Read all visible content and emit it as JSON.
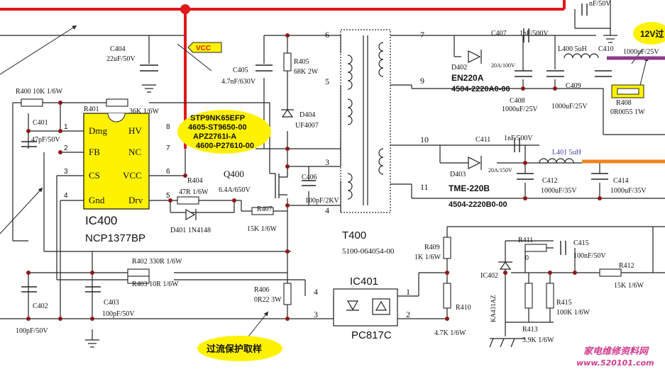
{
  "colors": {
    "wire": "#222222",
    "vcc_bus": "#e0191b",
    "ic_fill": "#fff200",
    "callout_fill": "#fff200",
    "rail_purple": "#8b3a8b",
    "rail_orange": "#f0821e",
    "watermark": "#d23c8c"
  },
  "ic400": {
    "name": "IC400",
    "part": "NCP1377BP",
    "pins_left": [
      "Dmg",
      "FB",
      "CS",
      "Gnd"
    ],
    "pins_right": [
      "HV",
      "NC",
      "VCC",
      "Drv"
    ],
    "pin_numbers_left": [
      "1",
      "2",
      "3",
      "4"
    ],
    "pin_numbers_right": [
      "8",
      "7",
      "6",
      "5"
    ]
  },
  "vcc_tag": "VCC",
  "callout_mosfet": [
    "STP9NK65EFP",
    "4605-ST9650-00",
    "APZ2761I-A",
    "4600-P27610-00"
  ],
  "callout_sense": "过流保护取样",
  "callout_12v": "12V过",
  "transformer": {
    "name": "T400",
    "part": "5100-064054-00",
    "pins": [
      "6",
      "5",
      "3",
      "4",
      "7",
      "9",
      "10",
      "11"
    ]
  },
  "optocoupler": {
    "name": "IC401",
    "part": "PC817C",
    "pins": [
      "4",
      "3",
      "1",
      "2"
    ]
  },
  "components": {
    "c404": [
      "C404",
      "22uF/50V"
    ],
    "c405": [
      "C405",
      "4.7nF/630V"
    ],
    "r405": [
      "R405",
      "68K 2W"
    ],
    "d404": [
      "D404",
      "UF4007"
    ],
    "c406": [
      "C406",
      "100pF/2KV"
    ],
    "r400": "R400  10K 1/6W",
    "r401": "R401",
    "r401_val": "36K 1/6W",
    "c401": [
      "C401",
      "47pF/50V"
    ],
    "r404": [
      "R404",
      "47R 1/6W"
    ],
    "q400": [
      "Q400",
      "6.4A/650V"
    ],
    "d401": "D401  1N4148",
    "r407": [
      "R407",
      "15K 1/6W"
    ],
    "r402": "R402  330R 1/6W",
    "r403": "R403  10R 1/6W",
    "c402": [
      "C402",
      "100pF/50V"
    ],
    "c403": [
      "C403",
      "100pF/50V"
    ],
    "r406": [
      "R406",
      "0R22 3W"
    ],
    "c407": [
      "C407",
      "1nF/500V"
    ],
    "d402": [
      "D402",
      "20A/100V",
      "EN220A",
      "4504-2220A0-00"
    ],
    "l400": "L400  5uH",
    "c410": [
      "C410",
      "1000uF/25V"
    ],
    "c408": [
      "C408",
      "1000uF/25V"
    ],
    "c409": [
      "C409",
      "1000uF/25V"
    ],
    "r408": [
      "R408",
      "0R0055 1W"
    ],
    "c411": [
      "C411",
      "1nF/500V"
    ],
    "d403": [
      "D403",
      "20A/150V",
      "TME-220B",
      "4504-2220B0-00"
    ],
    "l401": "L401  5uH",
    "c412": [
      "C412",
      "1000uF/35V"
    ],
    "c414": [
      "C414",
      "1000uF/35V"
    ],
    "r409": [
      "R409",
      "1K 1/6W"
    ],
    "r410": [
      "R410",
      "4.7K 1/6W"
    ],
    "r411": [
      "R411",
      "0"
    ],
    "c415": [
      "C415",
      "100nF/50V"
    ],
    "r412": [
      "R412",
      "15K 1/6W"
    ],
    "ic402": [
      "IC402",
      "KA431AZ"
    ],
    "r413": [
      "R413",
      "3.9K 1/6W"
    ],
    "r415": [
      "R415",
      "100K 1/6W"
    ],
    "top_cap": "nF/50V"
  },
  "watermark": {
    "line1": "家电维修资料网",
    "line2": "www.520101.com"
  }
}
